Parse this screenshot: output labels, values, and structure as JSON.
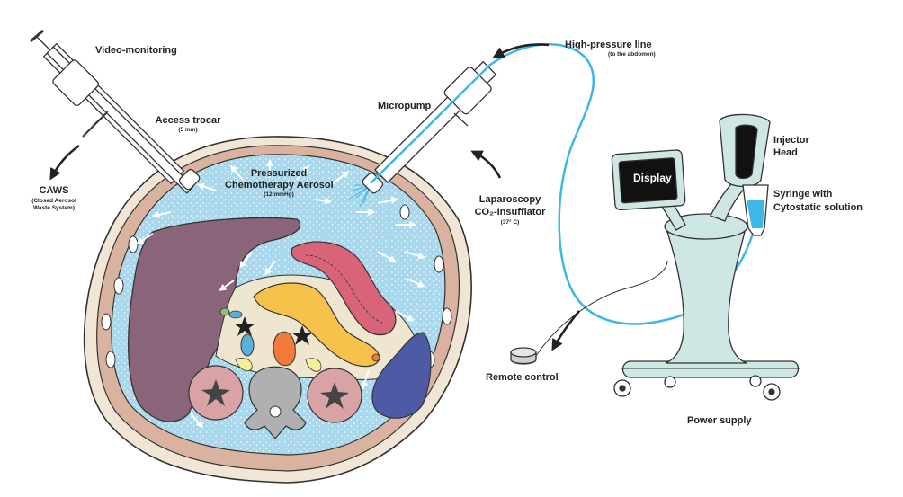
{
  "labels": {
    "video_monitoring": "Video-monitoring",
    "access_trocar": "Access trocar",
    "access_trocar_size": "(5 mm)",
    "caws": "CAWS",
    "caws_sub1": "(Closed Aerosol",
    "caws_sub2": "Waste System)",
    "aerosol_title1": "Pressurized",
    "aerosol_title2": "Chemotherapy Aerosol",
    "aerosol_pressure": "(12 mmHg)",
    "micropump": "Micropump",
    "high_pressure_line": "High-pressure line",
    "high_pressure_sub": "(to the abdomen)",
    "laparoscopy": "Laparoscopy",
    "insufflator": "CO₂-Insufflator",
    "insufflator_temp": "(37° C)",
    "display": "Display",
    "injector1": "Injector",
    "injector2": "Head",
    "syringe1": "Syringe with",
    "syringe2": "Cytostatic solution",
    "remote_control": "Remote control",
    "power_supply": "Power supply"
  },
  "colors": {
    "aerosol_blue": "#a9d8ec",
    "line_blue": "#3db8e4",
    "body_wall": "#d9b3a0",
    "liver": "#8a6478",
    "pancreas": "#f6c24c",
    "intestine": "#d9647a",
    "spleen": "#4e5aa6",
    "kidney": "#d9a3a6",
    "machine": "#cfe7e4"
  }
}
